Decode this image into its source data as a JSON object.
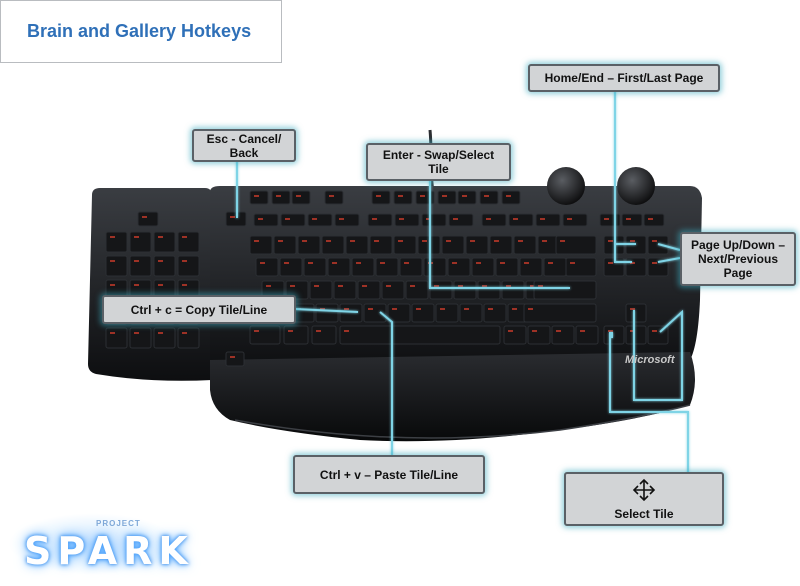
{
  "title": "Brain and Gallery Hotkeys",
  "callouts": {
    "esc": [
      "Esc - Cancel/",
      "Back"
    ],
    "enter": [
      "Enter - Swap/Select",
      "Tile"
    ],
    "home_end": "Home/End – First/Last Page",
    "page_up_down": [
      "Page Up/Down –",
      "Next/Previous",
      "Page"
    ],
    "copy": "Ctrl + c = Copy Tile/Line",
    "paste": "Ctrl + v – Paste Tile/Line",
    "select_tile": "Select Tile"
  },
  "icons": {
    "select_tile": "four-way-arrow-icon"
  },
  "keyboard_brand": "Microsoft",
  "logo": {
    "top": "PROJECT",
    "main": "SPARK"
  },
  "colors": {
    "title": "#2f70b8",
    "callout_fill": "#d2d4d6",
    "connector": "#7fd4e6",
    "key_legend": "#c0392b"
  }
}
